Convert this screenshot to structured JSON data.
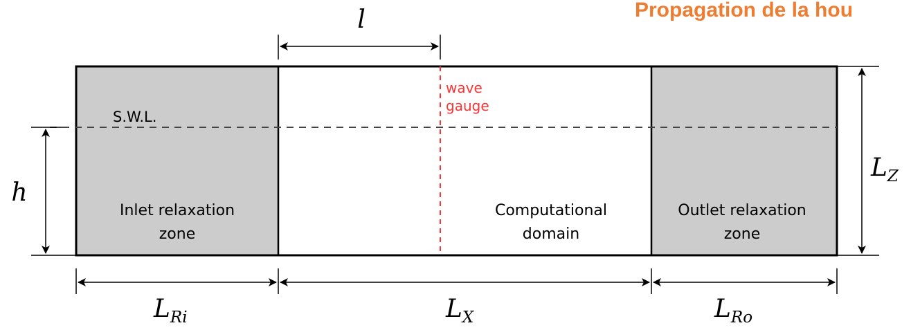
{
  "header": {
    "title": "Propagation de la hou"
  },
  "diagram": {
    "zones": {
      "inlet": [
        "Inlet relaxation",
        "zone"
      ],
      "computational": [
        "Computational",
        "domain"
      ],
      "outlet": [
        "Outlet relaxation",
        "zone"
      ]
    },
    "swl_label": "S.W.L.",
    "gauge_label": [
      "wave",
      "gauge"
    ],
    "dimensions": {
      "l": "l",
      "h": "h",
      "lz": {
        "base": "L",
        "sub": "Z"
      },
      "lri": {
        "base": "L",
        "sub": "Ri"
      },
      "lx": {
        "base": "L",
        "sub": "X"
      },
      "lro": {
        "base": "L",
        "sub": "Ro"
      }
    }
  },
  "colors": {
    "title": "#ED7D31",
    "relaxation_fill": "#CCCCCC",
    "gauge": "#FF3333",
    "line": "#000000",
    "dash": "#444444"
  }
}
